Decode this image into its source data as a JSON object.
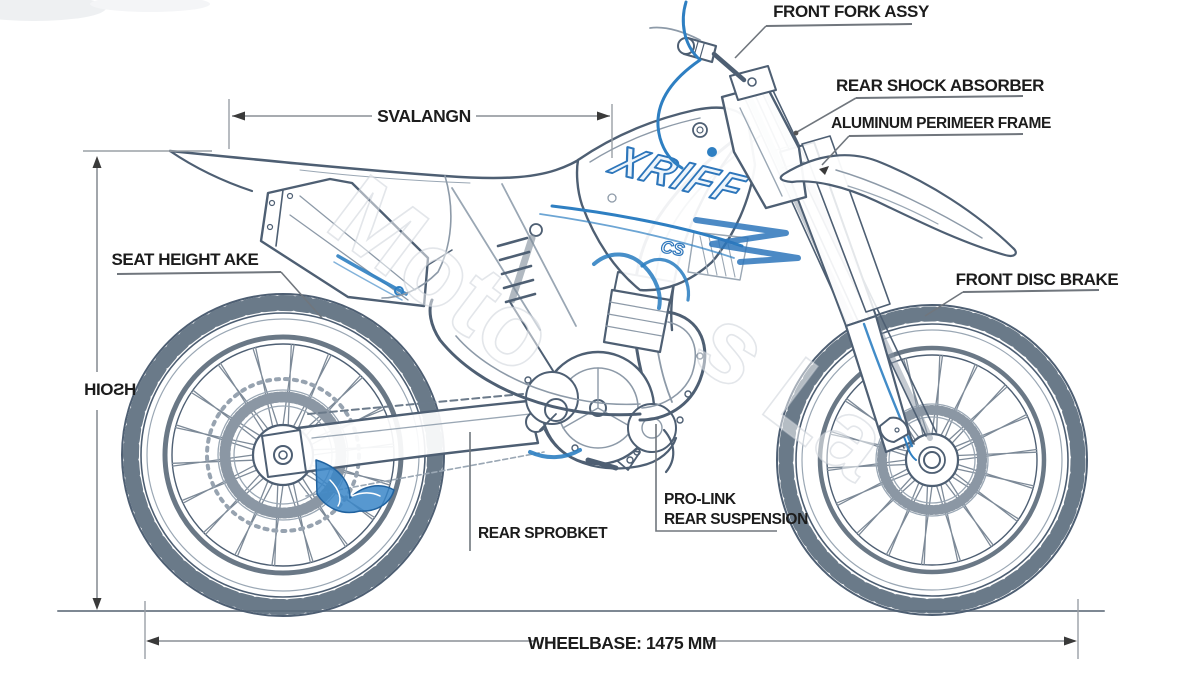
{
  "diagram": {
    "type": "motorcycle-parts-diagram",
    "callouts": {
      "front_fork": "FRONT FORK ASSY",
      "rear_shock": "REAR SHOCK ABSORBER",
      "frame": "ALUMINUM PERIMEER FRAME",
      "front_brake": "FRONT DISC BRAKE",
      "seat_height": "SEAT HEIGHT AKE",
      "rear_sprocket": "REAR SPROBKET",
      "pro_link_1": "PRO-LINK",
      "pro_link_2": "REAR SUSPENSION"
    },
    "dimensions": {
      "top_span": "SVALANGN",
      "height": "HIOƧH",
      "wheelbase": "WHEELBASE: 1475 MM",
      "wheelbase_value_mm": 1475
    },
    "bike": {
      "logo": "XRIFF",
      "logo_small": "CS"
    },
    "watermark": {
      "f1": "Moto",
      "f2": "s La"
    },
    "colors": {
      "background": "#ffffff",
      "line_art": "#4e5f73",
      "line_light": "#9aa7b4",
      "accent_blue": "#2e7fc2",
      "label_text": "#1c1c1c",
      "dimension_line": "#8a8f96"
    }
  }
}
